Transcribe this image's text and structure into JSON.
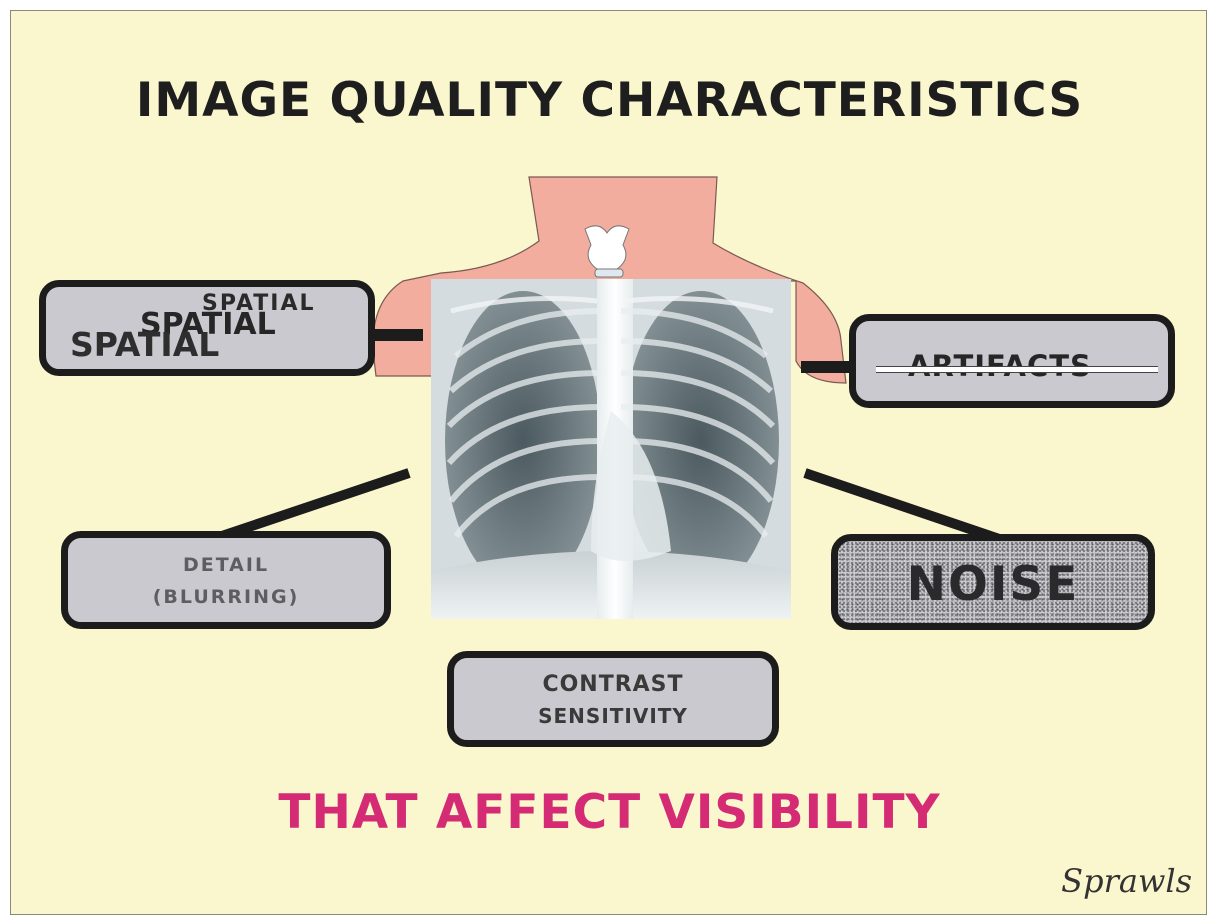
{
  "slide": {
    "title": "IMAGE QUALITY CHARACTERISTICS",
    "subtitle": "THAT AFFECT VISIBILITY",
    "signature": "Sprawls"
  },
  "labels": {
    "spatial": [
      "SPATIAL",
      "SPATIAL",
      "SPATIAL"
    ],
    "artifacts": "ARTIFACTS",
    "detail": "DETAIL",
    "blurring": "(BLURRING)",
    "noise": "NOISE",
    "contrast": "CONTRAST",
    "sensitivity": "SENSITIVITY"
  },
  "colors": {
    "background": "#faf6cd",
    "title": "#1e1e1e",
    "subtitle": "#d52a74",
    "skin": "#f2ad9e",
    "box_fill": "#c9c9cf",
    "box_border": "#1c1c1c"
  },
  "icons": [
    "torso-illustration",
    "chest-xray-image"
  ]
}
